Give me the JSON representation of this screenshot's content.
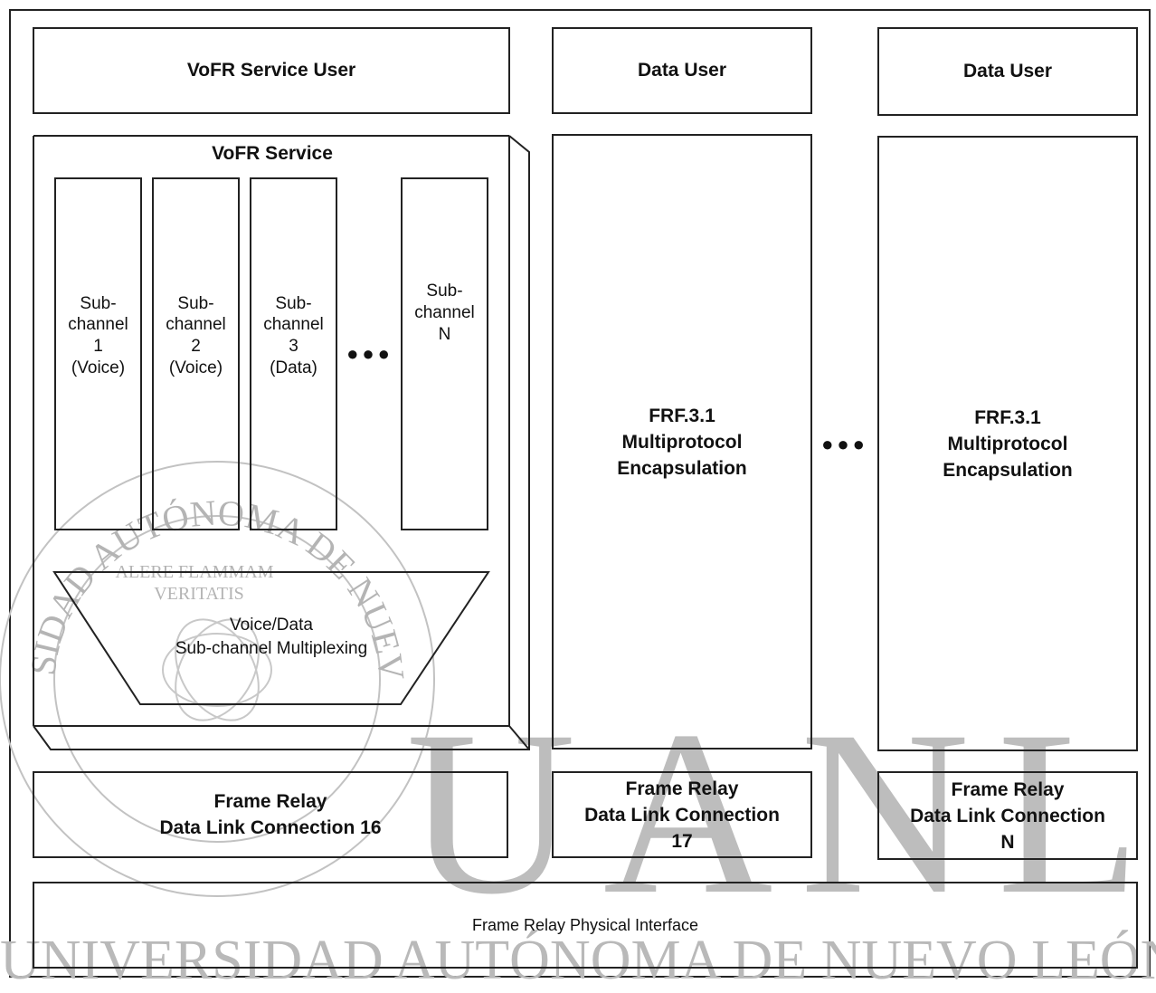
{
  "diagram": {
    "top_row": {
      "vofr_service_user": "VoFR Service User",
      "data_user_1": "Data User",
      "data_user_2": "Data User"
    },
    "vofr_service": {
      "title": "VoFR Service",
      "subchannels": [
        "Sub-\nchannel\n1\n(Voice)",
        "Sub-\nchannel\n2\n(Voice)",
        "Sub-\nchannel\n3\n(Data)",
        "Sub-\nchannel\nN"
      ],
      "ellipsis": "●●●",
      "multiplexing": "Voice/Data\nSub-channel Multiplexing"
    },
    "encapsulation": {
      "box1": "FRF.3.1\nMultiprotocol\nEncapsulation",
      "box2": "FRF.3.1\nMultiprotocol\nEncapsulation",
      "ellipsis": "●●●"
    },
    "data_links": {
      "dlc_16": "Frame Relay\nData Link Connection 16",
      "dlc_17": "Frame Relay\nData Link Connection\n17",
      "dlc_n": "Frame Relay\nData Link Connection\nN"
    },
    "physical_interface": "Frame Relay Physical Interface"
  },
  "watermark": {
    "seal_arc_text": "UNIVERSIDAD AUTÓNOMA DE NUEVO LEÓN",
    "seal_motto_1": "ALERE FLAMMAM",
    "seal_motto_2": "VERITATIS",
    "big_letters": "UANL",
    "footer_text": "UNIVERSIDAD AUTÓNOMA DE NUEVO LEÓN"
  }
}
